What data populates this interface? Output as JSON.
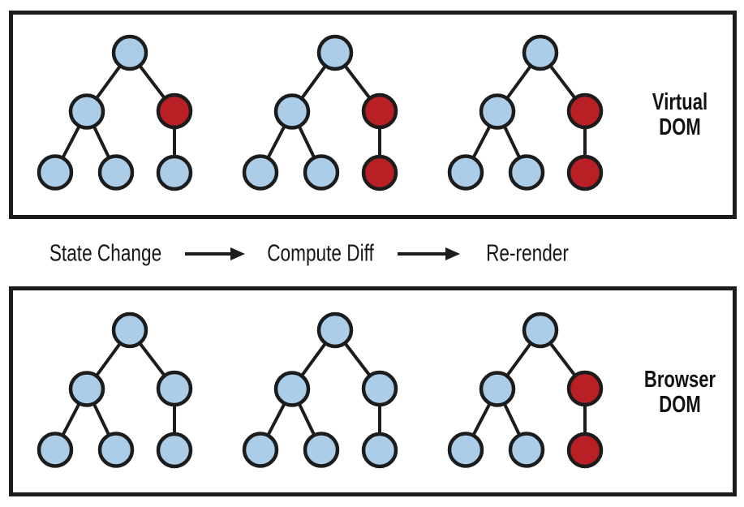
{
  "colors": {
    "node_blue": "#ABCDE8",
    "node_red": "#B82025",
    "line": "#1C1C1C"
  },
  "panels": [
    {
      "id": "virtual-dom",
      "label_lines": [
        "Virtual",
        "DOM"
      ],
      "trees": [
        {
          "nodes": {
            "root": "blue",
            "left": "blue",
            "right": "red",
            "ll": "blue",
            "lm": "blue",
            "rc": "blue"
          }
        },
        {
          "nodes": {
            "root": "blue",
            "left": "blue",
            "right": "red",
            "ll": "blue",
            "lm": "blue",
            "rc": "red"
          }
        },
        {
          "nodes": {
            "root": "blue",
            "left": "blue",
            "right": "red",
            "ll": "blue",
            "lm": "blue",
            "rc": "red"
          }
        }
      ]
    },
    {
      "id": "browser-dom",
      "label_lines": [
        "Browser",
        "DOM"
      ],
      "trees": [
        {
          "nodes": {
            "root": "blue",
            "left": "blue",
            "right": "blue",
            "ll": "blue",
            "lm": "blue",
            "rc": "blue"
          }
        },
        {
          "nodes": {
            "root": "blue",
            "left": "blue",
            "right": "blue",
            "ll": "blue",
            "lm": "blue",
            "rc": "blue"
          }
        },
        {
          "nodes": {
            "root": "blue",
            "left": "blue",
            "right": "red",
            "ll": "blue",
            "lm": "blue",
            "rc": "red"
          }
        }
      ]
    }
  ],
  "process_steps": [
    {
      "label": "State Change"
    },
    {
      "label": "Compute Diff"
    },
    {
      "label": "Re-render"
    }
  ]
}
